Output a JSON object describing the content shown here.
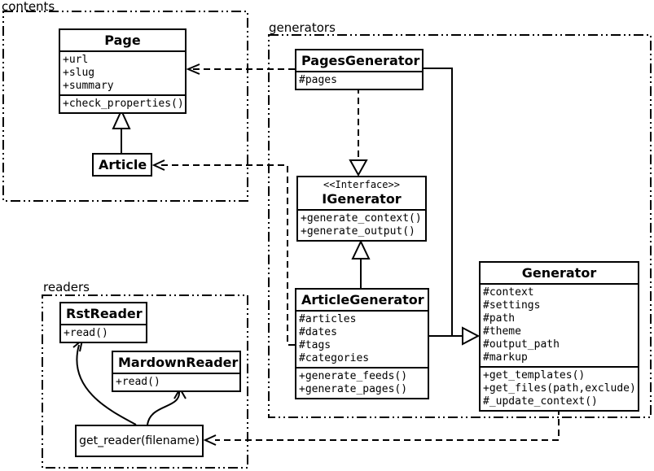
{
  "packages": {
    "contents": {
      "label": "contents"
    },
    "generators": {
      "label": "generators"
    },
    "readers": {
      "label": "readers"
    }
  },
  "classes": {
    "page": {
      "name": "Page",
      "attributes": [
        "+url",
        "+slug",
        "+summary"
      ],
      "methods": [
        "+check_properties()"
      ]
    },
    "article": {
      "name": "Article"
    },
    "pages_generator": {
      "name": "PagesGenerator",
      "attributes": [
        "#pages"
      ]
    },
    "igenerator": {
      "stereotype": "<<Interface>>",
      "name": "IGenerator",
      "methods": [
        "+generate_context()",
        "+generate_output()"
      ]
    },
    "article_generator": {
      "name": "ArticleGenerator",
      "attributes": [
        "#articles",
        "#dates",
        "#tags",
        "#categories"
      ],
      "methods": [
        "+generate_feeds()",
        "+generate_pages()"
      ]
    },
    "generator": {
      "name": "Generator",
      "attributes": [
        "#context",
        "#settings",
        "#path",
        "#theme",
        "#output_path",
        "#markup"
      ],
      "methods": [
        "+get_templates()",
        "+get_files(path,exclude)",
        "#_update_context()"
      ]
    },
    "rst_reader": {
      "name": "RstReader",
      "methods": [
        "+read()"
      ]
    },
    "markdown_reader": {
      "name": "MardownReader",
      "methods": [
        "+read()"
      ]
    },
    "get_reader": {
      "name": "get_reader(filename)"
    }
  },
  "relationships": [
    {
      "type": "generalization",
      "from": "Article",
      "to": "Page",
      "style": "solid-hollow-triangle"
    },
    {
      "type": "realization",
      "from": "PagesGenerator",
      "to": "IGenerator",
      "style": "dashed-hollow-triangle"
    },
    {
      "type": "realization",
      "from": "ArticleGenerator",
      "to": "IGenerator",
      "style": "solid-hollow-triangle"
    },
    {
      "type": "generalization",
      "from": "PagesGenerator",
      "to": "Generator",
      "style": "solid-hollow-triangle"
    },
    {
      "type": "generalization",
      "from": "ArticleGenerator",
      "to": "Generator",
      "style": "solid-hollow-triangle"
    },
    {
      "type": "dependency",
      "from": "PagesGenerator",
      "to": "Page",
      "style": "dashed-open-arrow"
    },
    {
      "type": "dependency",
      "from": "ArticleGenerator",
      "to": "Article",
      "style": "dashed-open-arrow"
    },
    {
      "type": "dependency",
      "from": "Generator",
      "to": "get_reader(filename)",
      "style": "dashed-open-arrow"
    },
    {
      "type": "uses",
      "from": "get_reader(filename)",
      "to": "RstReader",
      "style": "curved-open-arrow"
    },
    {
      "type": "uses",
      "from": "get_reader(filename)",
      "to": "MardownReader",
      "style": "curved-open-arrow"
    }
  ],
  "colors": {
    "line": "#000000",
    "background": "#ffffff",
    "box_fill": "#ffffff"
  }
}
